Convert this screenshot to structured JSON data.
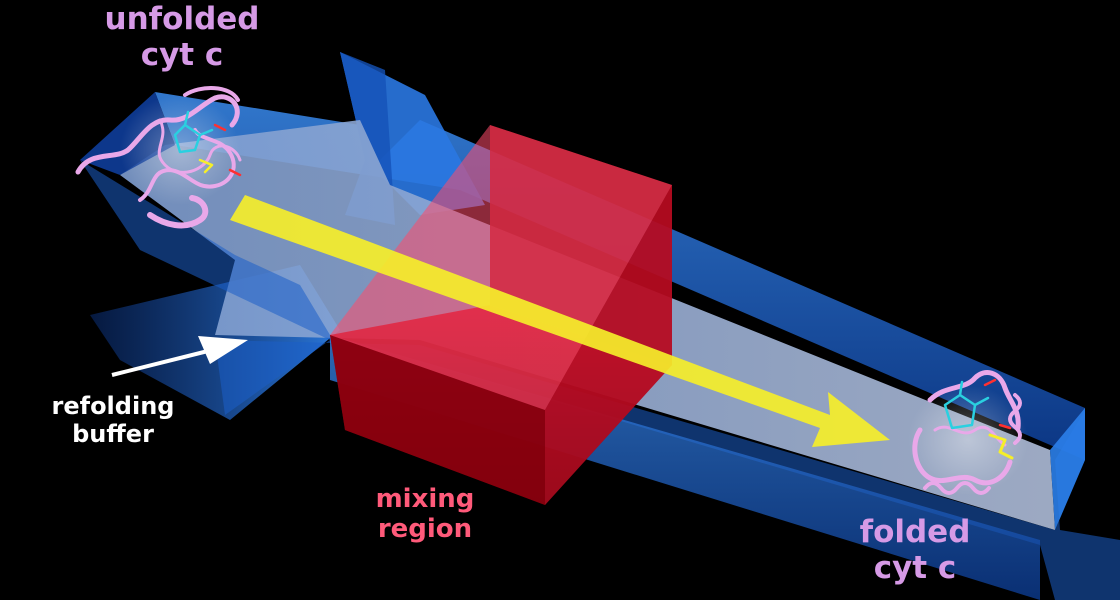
{
  "labels": {
    "unfolded": "unfolded\ncyt c",
    "buffer": "refolding\nbuffer",
    "mixing": "mixing\nregion",
    "folded": "folded\ncyt c"
  },
  "colors": {
    "background": "#000000",
    "channel": "#1e6fd9",
    "channel_floor": "#b8c7e0",
    "mixing_box": "#b00010",
    "flow_arrow": "#f5ee2a",
    "protein": "#e9a8e9",
    "heme": "#2ad0e0",
    "label_protein": "#d69ae6",
    "label_buffer": "#ffffff",
    "label_mixing": "#ff5a7a"
  }
}
